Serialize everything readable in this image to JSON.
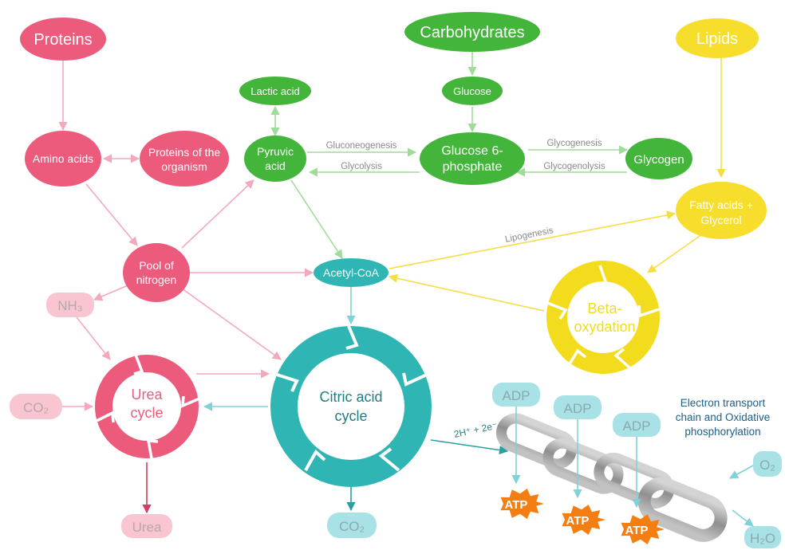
{
  "colors": {
    "protein": "#ec5b7c",
    "protein_edge": "#f4a8bc",
    "carb": "#43b53a",
    "carb_edge": "#9fdc97",
    "lipid": "#f7de2c",
    "lipid_edge": "#f5de45",
    "teal": "#2fb5b3",
    "teal_edge": "#7fd3d6",
    "pill_pink": "#f8c5d1",
    "pill_pink_text": "#b7a8ac",
    "pill_teal": "#a8e1e6",
    "pill_teal_text": "#8aaab0",
    "atp": "#f57e12",
    "chain": "#9a9a9a",
    "etc_text": "#1c5f8c"
  },
  "nodes": {
    "proteins": "Proteins",
    "carbohydrates": "Carbohydrates",
    "lipids": "Lipids",
    "lactic_acid": "Lactic acid",
    "glucose": "Glucose",
    "amino_acids": "Amino acids",
    "proteins_organism": [
      "Proteins of the",
      "organism"
    ],
    "pyruvic_acid": [
      "Pyruvic",
      "acid"
    ],
    "glucose6p": [
      "Glucose 6-",
      "phosphate"
    ],
    "glycogen": "Glycogen",
    "fatty_acids": [
      "Fatty acids +",
      "Glycerol"
    ],
    "pool_nitrogen": [
      "Pool of",
      "nitrogen"
    ],
    "acetyl_coa": "Acetyl-CoA"
  },
  "edge_labels": {
    "gluconeogenesis": "Gluconeogenesis",
    "glycolysis": "Glycolysis",
    "glycogenesis": "Glycogenesis",
    "glycogenolysis": "Glycogenolysis",
    "lipogenesis": "Lipogenesis",
    "electrons": "2H⁺ + 2e⁻"
  },
  "cycles": {
    "urea": [
      "Urea",
      "cycle"
    ],
    "citric": [
      "Citric acid",
      "cycle"
    ],
    "beta": [
      "Beta-",
      "oxydation"
    ]
  },
  "pills": {
    "nh3": "NH₃",
    "co2_left": "CO₂",
    "urea": "Urea",
    "co2_bottom": "CO₂",
    "adp_1": "ADP",
    "adp_2": "ADP",
    "adp_3": "ADP",
    "o2": "O₂",
    "h2o": "H₂O"
  },
  "atp": [
    "ATP",
    "ATP",
    "ATP"
  ],
  "etc_label": [
    "Electron transport",
    "chain and Oxidative",
    "phosphorylation"
  ]
}
